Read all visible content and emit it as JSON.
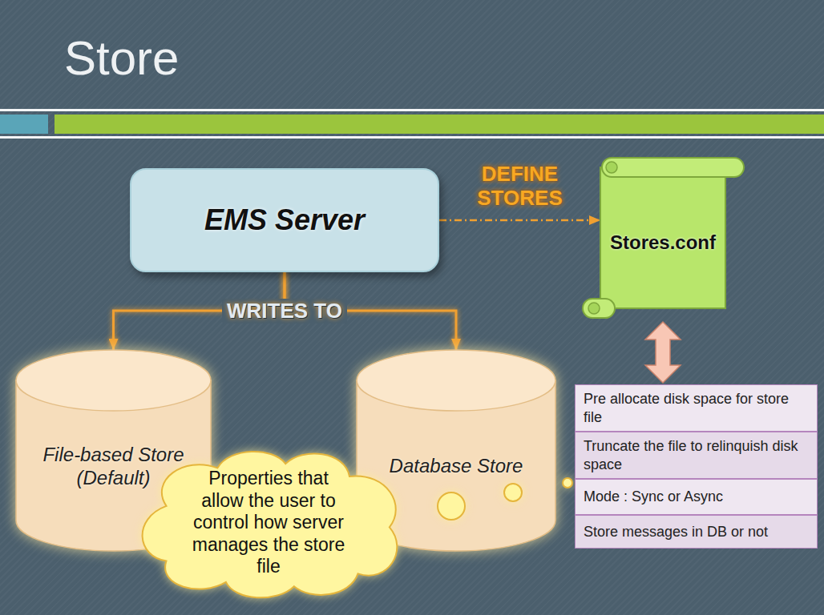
{
  "diagram": {
    "title": "Store",
    "nodes": [
      {
        "text": [
          "EMS Server"
        ]
      },
      {
        "text": [
          "Stores.conf"
        ]
      },
      {
        "text": [
          "File-based Store (Default)"
        ]
      },
      {
        "text": [
          "Database Store"
        ]
      },
      {
        "text": [
          "Properties that allow the user to control how server manages the store file"
        ]
      },
      {
        "text": [
          "Pre allocate disk space for store file"
        ]
      },
      {
        "text": [
          "Truncate the file to relinquish disk space"
        ]
      },
      {
        "text": [
          "Mode : Sync or Async"
        ]
      },
      {
        "text": [
          "Store messages in DB or not"
        ]
      }
    ],
    "edges": [
      {
        "from": 0,
        "to": 1,
        "arrow": "to",
        "label": "DEFINE STORES"
      },
      {
        "from": 0,
        "to": 2,
        "arrow": "to",
        "label": "WRITES TO"
      },
      {
        "from": 0,
        "to": 3,
        "arrow": "to"
      },
      {
        "from": 1,
        "to": 5,
        "arrow": "both"
      }
    ]
  }
}
